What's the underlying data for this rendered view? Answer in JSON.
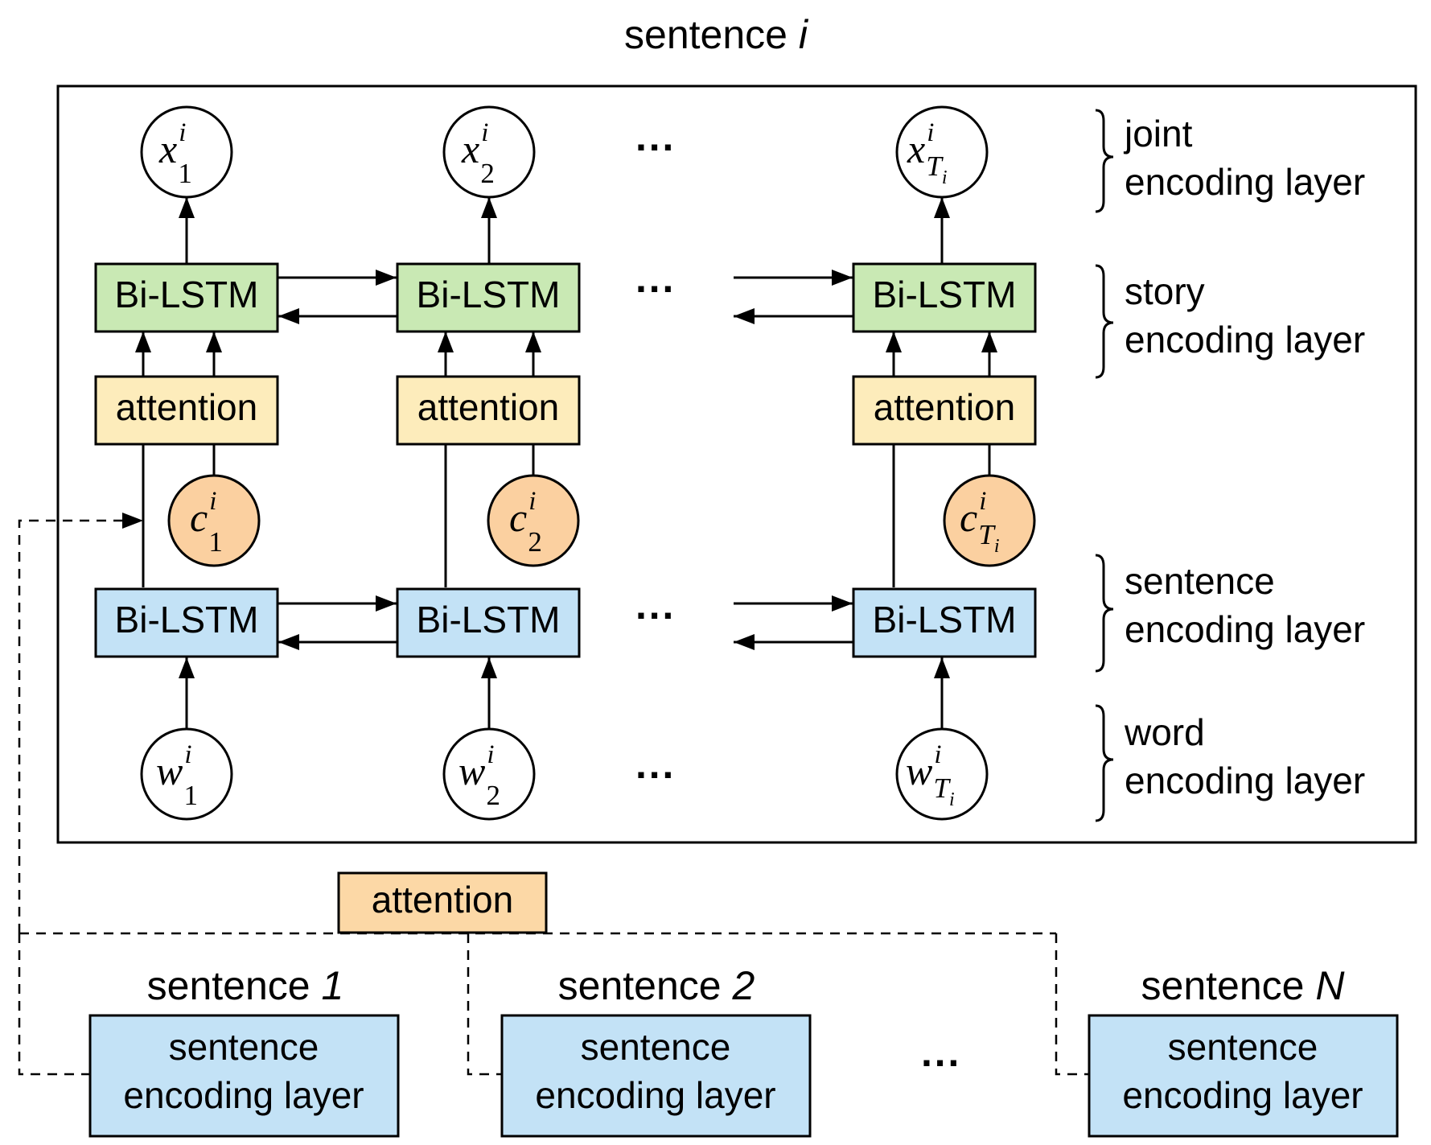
{
  "title": {
    "prefix": "sentence ",
    "index": "i"
  },
  "colors": {
    "green": "#c9e9b4",
    "yellow": "#fdecbb",
    "blue": "#c3e2f6",
    "orange": "#fbd0a0",
    "peach": "#fcd8a6"
  },
  "labels": {
    "bilstm": "Bi-LSTM",
    "attention": "attention",
    "ellipsis": "···"
  },
  "layers": [
    {
      "line1": "joint",
      "line2": "encoding layer"
    },
    {
      "line1": "story",
      "line2": "encoding layer"
    },
    {
      "line1": "sentence",
      "line2": "encoding layer"
    },
    {
      "line1": "word",
      "line2": "encoding layer"
    }
  ],
  "columns": [
    {
      "x_base": "x",
      "c_base": "c",
      "w_base": "w",
      "sup": "i",
      "sub": "1",
      "sub_sub": ""
    },
    {
      "x_base": "x",
      "c_base": "c",
      "w_base": "w",
      "sup": "i",
      "sub": "2",
      "sub_sub": ""
    },
    {
      "x_base": "x",
      "c_base": "c",
      "w_base": "w",
      "sup": "i",
      "sub": "T",
      "sub_sub": "i"
    }
  ],
  "bottom": {
    "attention": "attention",
    "ellipsis": "···",
    "sentences": [
      {
        "prefix": "sentence ",
        "index": "1",
        "box_line1": "sentence",
        "box_line2": "encoding layer"
      },
      {
        "prefix": "sentence ",
        "index": "2",
        "box_line1": "sentence",
        "box_line2": "encoding layer"
      },
      {
        "prefix": "sentence ",
        "index": "N",
        "box_line1": "sentence",
        "box_line2": "encoding layer"
      }
    ]
  }
}
